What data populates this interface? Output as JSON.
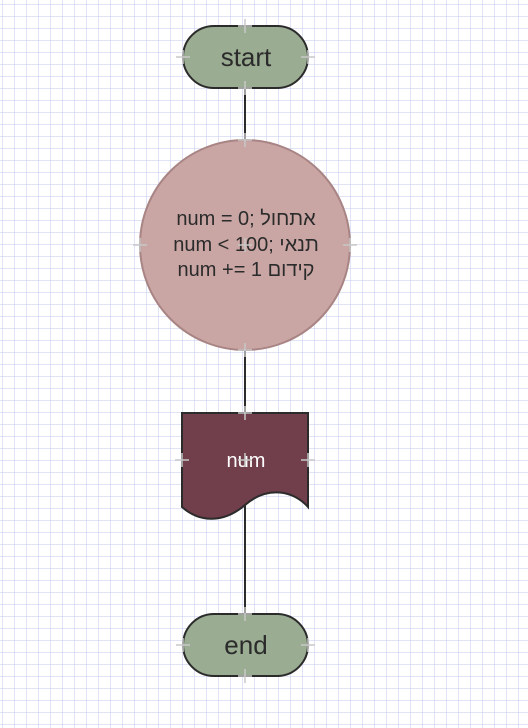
{
  "diagram": {
    "colors": {
      "terminal_fill": "#9aac91",
      "terminal_stroke": "#2b2b2b",
      "loop_fill": "#c9a6a4",
      "loop_stroke": "#a88584",
      "output_fill": "#713e4b",
      "output_stroke": "#2b2b2b",
      "connector": "#2b2b2b",
      "port_marker": "#c8c8c8",
      "text_dark": "#2b2b2b",
      "text_light": "#ffffff"
    },
    "nodes": {
      "start": {
        "type": "terminal",
        "label": "start"
      },
      "loop": {
        "type": "loop",
        "lines": [
          "num = 0; אתחול",
          "num < 100; תנאי",
          "num += 1 קידום"
        ]
      },
      "output": {
        "type": "output",
        "label": "num"
      },
      "end": {
        "type": "terminal",
        "label": "end"
      }
    },
    "edges": [
      {
        "from": "start",
        "to": "loop"
      },
      {
        "from": "loop",
        "to": "output"
      },
      {
        "from": "output",
        "to": "end"
      }
    ]
  }
}
